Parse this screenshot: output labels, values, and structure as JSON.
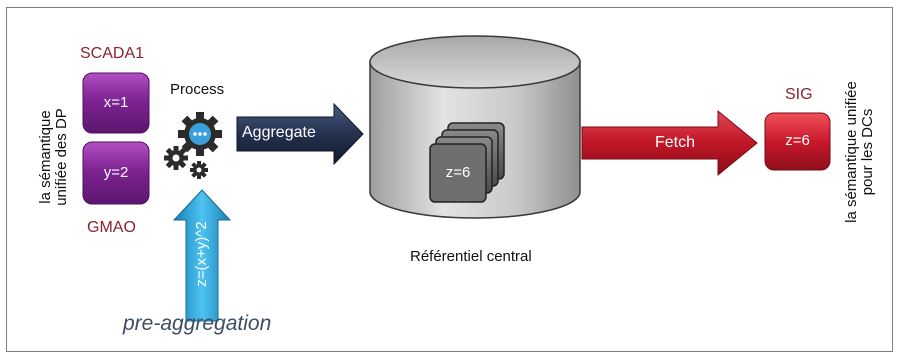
{
  "left_side_label": {
    "line1": "la sémantique",
    "line2": "unifiée des DP"
  },
  "right_side_label": {
    "line1": "la sémantique unifiée",
    "line2": "pour les DCs"
  },
  "sources": [
    {
      "name": "SCADA1",
      "value": "x=1"
    },
    {
      "name": "GMAO",
      "value": "y=2"
    }
  ],
  "process_label": "Process",
  "aggregate_label": "Aggregate",
  "formula": "z=(x+y)^2",
  "pre_aggregation_label": "pre-aggregation",
  "repository": {
    "value": "z=6",
    "label": "Référentiel central"
  },
  "fetch_label": "Fetch",
  "target": {
    "name": "SIG",
    "value": "z=6"
  },
  "colors": {
    "purple": "#7a1f8a",
    "red": "#c0182c",
    "navy": "#1f2d4a",
    "cyan": "#2fa8df",
    "label_red": "#8b2331"
  }
}
